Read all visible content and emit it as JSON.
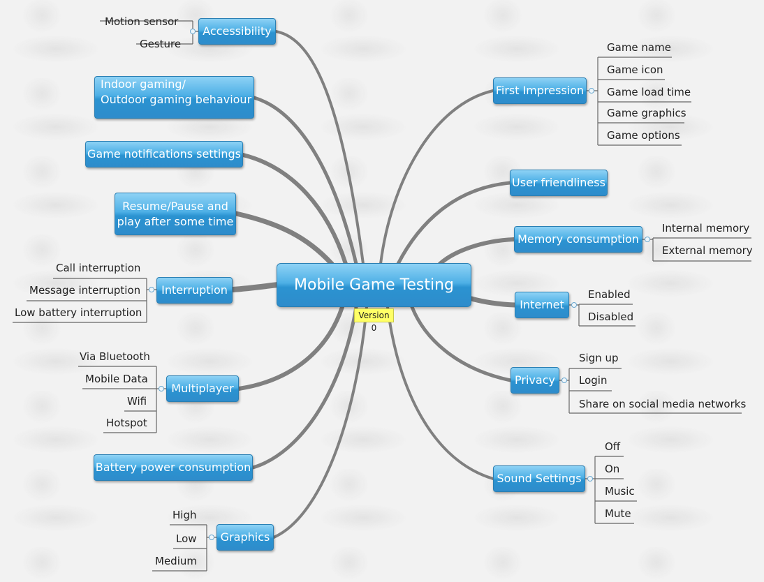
{
  "central": "Mobile Game Testing",
  "version": "Version 0",
  "topics": {
    "accessibility": "Accessibility",
    "indoor_line1": "Indoor gaming/",
    "indoor_line2": "Outdoor gaming behaviour",
    "notifications": "Game notifications settings",
    "resume_line1": "Resume/Pause and",
    "resume_line2": "play after some time",
    "interruption": "Interruption",
    "multiplayer": "Multiplayer",
    "battery": "Battery power consumption",
    "graphics": "Graphics",
    "first_impression": "First Impression",
    "user_friendliness": "User friendliness",
    "memory": "Memory consumption",
    "internet": "Internet",
    "privacy": "Privacy",
    "sound": "Sound Settings"
  },
  "leaves": {
    "accessibility": [
      "Motion sensor",
      "Gesture"
    ],
    "interruption": [
      "Call interruption",
      "Message interruption",
      "Low battery interruption"
    ],
    "multiplayer": [
      "Via Bluetooth",
      "Mobile Data",
      "Wifi",
      "Hotspot"
    ],
    "graphics": [
      "High",
      "Low",
      "Medium"
    ],
    "first_impression": [
      "Game name",
      "Game icon",
      "Game load time",
      "Game graphics",
      "Game options"
    ],
    "memory": [
      "Internal memory",
      "External memory"
    ],
    "internet": [
      "Enabled",
      "Disabled"
    ],
    "privacy": [
      "Sign up",
      "Login",
      "Share on social media networks"
    ],
    "sound": [
      "Off",
      "On",
      "Music",
      "Mute"
    ]
  },
  "colors": {
    "branch": "#808080",
    "leaf_line": "#666666",
    "topic_blue": "#2e8ccb",
    "version_note": "#ffff66"
  }
}
